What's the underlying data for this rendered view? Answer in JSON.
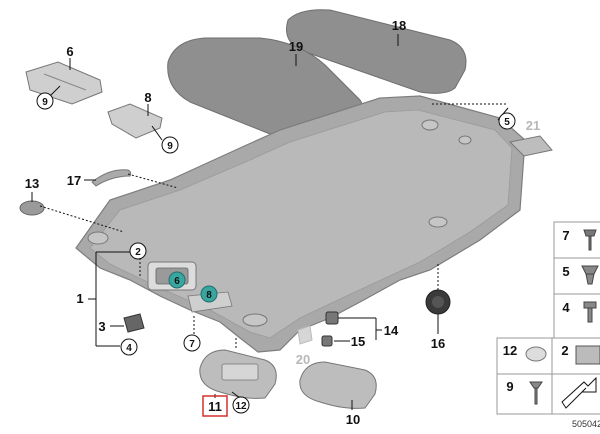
{
  "diagram": {
    "parts": {
      "p1": "1",
      "p2": "2",
      "p3": "3",
      "p4": "4",
      "p5": "5",
      "p6": "6",
      "p7": "7",
      "p8": "8",
      "p9": "9",
      "p10": "10",
      "p11": "11",
      "p12": "12",
      "p13": "13",
      "p14": "14",
      "p15": "15",
      "p16": "16",
      "p17": "17",
      "p18": "18",
      "p19": "19",
      "p20": "20",
      "p21": "21",
      "c6": "6",
      "c8": "8",
      "c9a": "9",
      "c9b": "9"
    },
    "side_legend": {
      "s7": "7",
      "s5": "5",
      "s4": "4",
      "s12": "12",
      "s2": "2",
      "s9": "9"
    },
    "diagram_code": "505042",
    "colors": {
      "headliner": "#a9a9a9",
      "panel_dark": "#8e8e8e",
      "teal_marker": "#3aa6a0",
      "highlight_box": "#d3302f"
    }
  }
}
